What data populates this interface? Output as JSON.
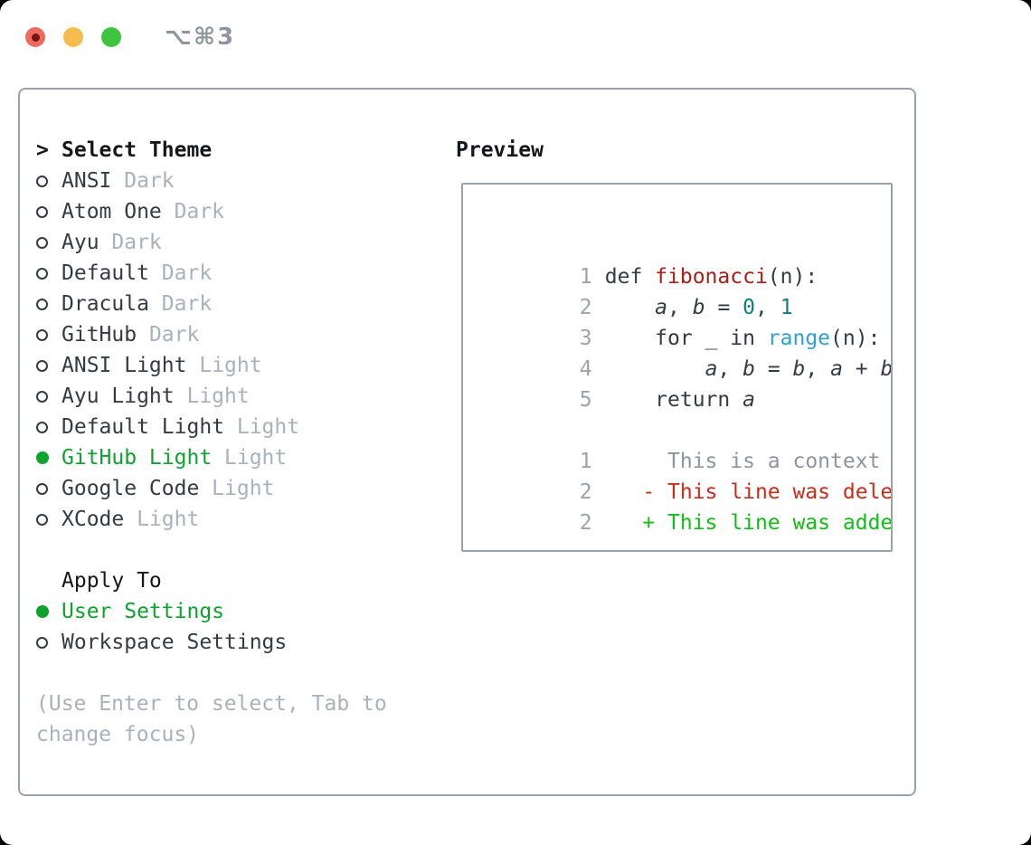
{
  "window": {
    "title": "⌥⌘3"
  },
  "palette": {
    "border": "#99a3ae",
    "text_dark": "#343b43",
    "text_black": "#15181b",
    "muted": "#a9b1bb",
    "line_num": "#9aa3ad",
    "context": "#8d959f",
    "green_select": "#0da32e",
    "green_added": "#13bd17",
    "red_func": "#a81f15",
    "red_deleted": "#cb2d1b",
    "teal_number": "#0f7b84",
    "blue_builtin": "#2f9fd4",
    "title_gray": "#8e969e",
    "light_red": "#ee6a5e",
    "light_red_dot": "#741712",
    "light_yellow": "#f5bd4e",
    "light_green": "#3ec43e"
  },
  "selector": {
    "prompt": ">",
    "header": "Select Theme",
    "themes": [
      {
        "name": "ANSI",
        "suffix": "Dark",
        "selected": false
      },
      {
        "name": "Atom One",
        "suffix": "Dark",
        "selected": false
      },
      {
        "name": "Ayu",
        "suffix": "Dark",
        "selected": false
      },
      {
        "name": "Default",
        "suffix": "Dark",
        "selected": false
      },
      {
        "name": "Dracula",
        "suffix": "Dark",
        "selected": false
      },
      {
        "name": "GitHub",
        "suffix": "Dark",
        "selected": false
      },
      {
        "name": "ANSI Light",
        "suffix": "Light",
        "selected": false
      },
      {
        "name": "Ayu Light",
        "suffix": "Light",
        "selected": false
      },
      {
        "name": "Default Light",
        "suffix": "Light",
        "selected": false
      },
      {
        "name": "GitHub Light",
        "suffix": "Light",
        "selected": true
      },
      {
        "name": "Google Code",
        "suffix": "Light",
        "selected": false
      },
      {
        "name": "XCode",
        "suffix": "Light",
        "selected": false
      }
    ]
  },
  "apply_to": {
    "header": "Apply To",
    "options": [
      {
        "label": "User Settings",
        "selected": true
      },
      {
        "label": "Workspace Settings",
        "selected": false
      }
    ]
  },
  "hint": "(Use Enter to select, Tab to change focus)",
  "preview": {
    "title": "Preview",
    "lines": [
      {
        "num": "1",
        "segments": [
          {
            "t": "def ",
            "c": "plain"
          },
          {
            "t": "fibonacci",
            "c": "func"
          },
          {
            "t": "(n):",
            "c": "plain"
          }
        ]
      },
      {
        "num": "2",
        "segments": [
          {
            "t": "    ",
            "c": "plain"
          },
          {
            "t": "a",
            "c": "var"
          },
          {
            "t": ", ",
            "c": "plain"
          },
          {
            "t": "b",
            "c": "var"
          },
          {
            "t": " = ",
            "c": "plain"
          },
          {
            "t": "0",
            "c": "numlit"
          },
          {
            "t": ", ",
            "c": "plain"
          },
          {
            "t": "1",
            "c": "numlit"
          }
        ]
      },
      {
        "num": "3",
        "segments": [
          {
            "t": "    for _ in ",
            "c": "plain"
          },
          {
            "t": "range",
            "c": "builtin"
          },
          {
            "t": "(n):",
            "c": "plain"
          }
        ]
      },
      {
        "num": "4",
        "segments": [
          {
            "t": "        ",
            "c": "plain"
          },
          {
            "t": "a",
            "c": "var"
          },
          {
            "t": ", ",
            "c": "plain"
          },
          {
            "t": "b",
            "c": "var"
          },
          {
            "t": " = ",
            "c": "plain"
          },
          {
            "t": "b",
            "c": "var"
          },
          {
            "t": ", ",
            "c": "plain"
          },
          {
            "t": "a",
            "c": "var"
          },
          {
            "t": " + ",
            "c": "plain"
          },
          {
            "t": "b",
            "c": "var"
          }
        ]
      },
      {
        "num": "5",
        "segments": [
          {
            "t": "    return ",
            "c": "plain"
          },
          {
            "t": "a",
            "c": "var"
          }
        ]
      },
      {
        "num": "",
        "segments": []
      },
      {
        "num": "1",
        "segments": [
          {
            "t": "     This is a context line.",
            "c": "context"
          }
        ]
      },
      {
        "num": "2",
        "segments": [
          {
            "t": "   - This line was deleted.",
            "c": "deleted"
          }
        ]
      },
      {
        "num": "2",
        "segments": [
          {
            "t": "   + This line was added.",
            "c": "added"
          }
        ]
      }
    ]
  }
}
